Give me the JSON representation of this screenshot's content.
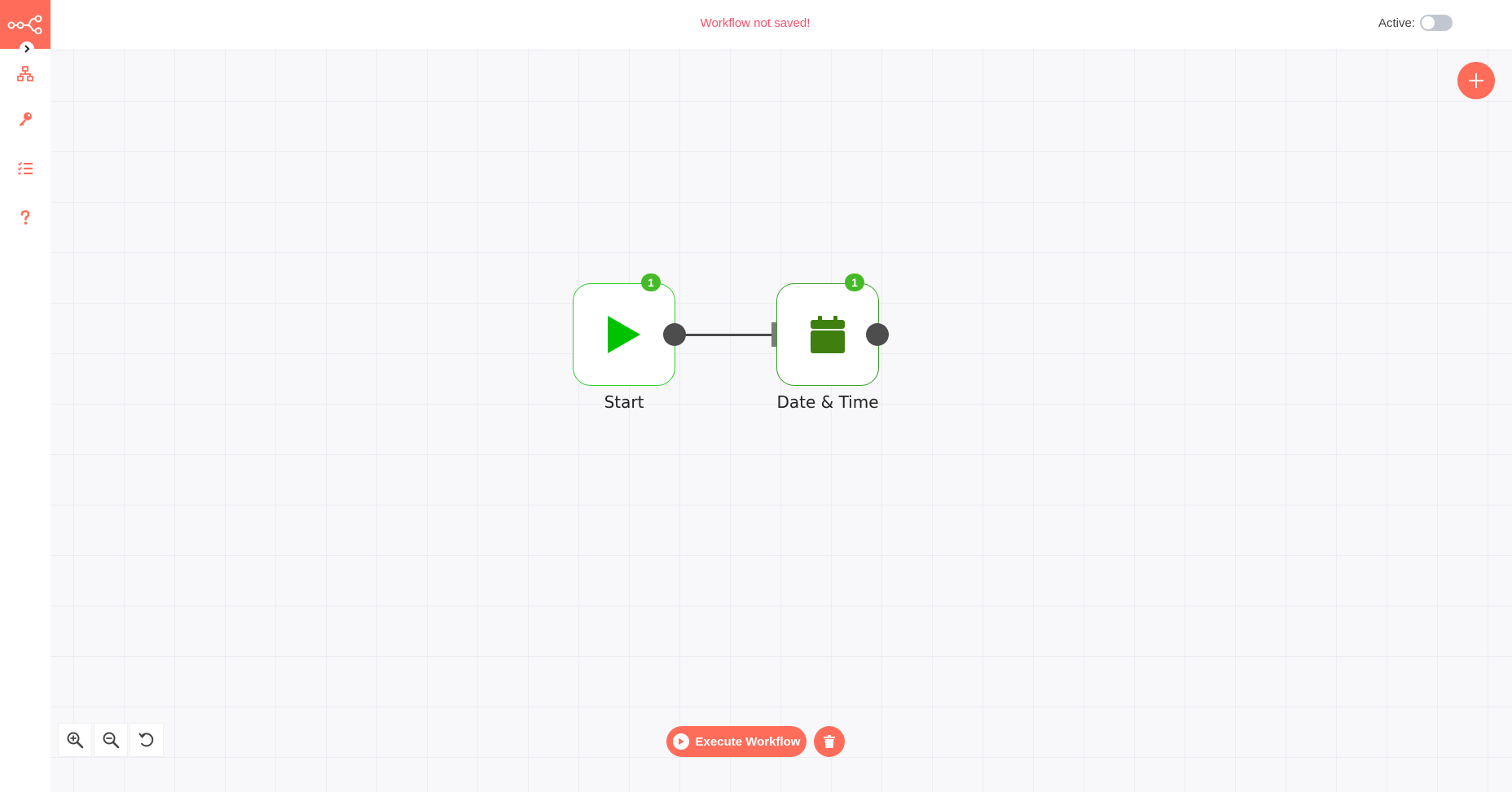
{
  "header": {
    "save_status": "Workflow not saved!",
    "active_label": "Active:",
    "active": false
  },
  "sidebar": {
    "items": [
      {
        "icon": "network-icon",
        "label": "Workflows"
      },
      {
        "icon": "key-icon",
        "label": "Credentials"
      },
      {
        "icon": "list-icon",
        "label": "Executions"
      },
      {
        "icon": "help-icon",
        "label": "Help"
      }
    ]
  },
  "nodes": [
    {
      "name": "Start",
      "icon": "play-icon",
      "badge": "1",
      "color": "#00c300"
    },
    {
      "name": "Date & Time",
      "icon": "calendar-icon",
      "badge": "1",
      "color": "#3f7f0f"
    }
  ],
  "actions": {
    "execute_label": "Execute Workflow"
  },
  "colors": {
    "accent": "#ff6d5a",
    "status_error": "#ff4f6b",
    "badge": "#44bb26"
  }
}
